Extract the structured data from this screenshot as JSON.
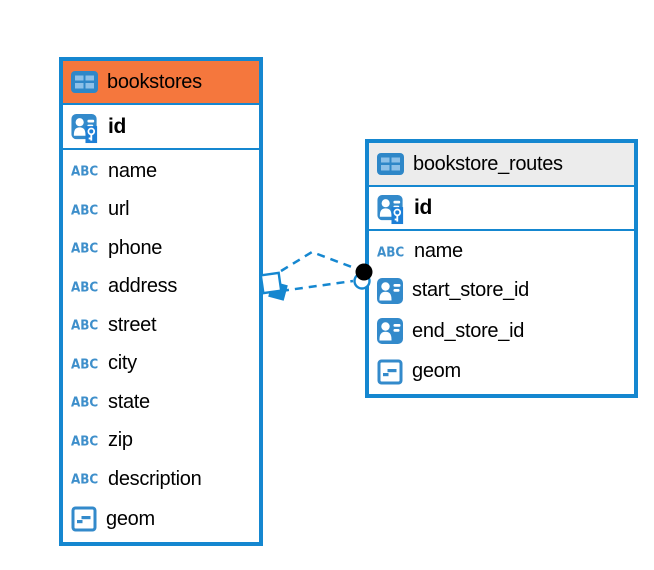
{
  "canvas": {
    "background": "#ffffff"
  },
  "colors": {
    "accent_blue": "#1587D0",
    "icon_blue": "#338ACB",
    "icon_cell_blue": "#8CC0E8",
    "key_badge_blue": "#1D7FD6",
    "abc_text_blue": "#3E8FCB",
    "bookstores_header_bg": "#F5773D",
    "routes_header_bg": "#ECECEC",
    "text_color": "#000000",
    "relationship_dot": "#000000"
  },
  "icons": {
    "text_type_label": "ABC"
  },
  "tables": [
    {
      "name": "bookstores",
      "primary_key": {
        "label": "id"
      },
      "columns": [
        {
          "label": "name",
          "type": "text"
        },
        {
          "label": "url",
          "type": "text"
        },
        {
          "label": "phone",
          "type": "text"
        },
        {
          "label": "address",
          "type": "text"
        },
        {
          "label": "street",
          "type": "text"
        },
        {
          "label": "city",
          "type": "text"
        },
        {
          "label": "state",
          "type": "text"
        },
        {
          "label": "zip",
          "type": "text"
        },
        {
          "label": "description",
          "type": "text"
        },
        {
          "label": "geom",
          "type": "geometry"
        }
      ]
    },
    {
      "name": "bookstore_routes",
      "primary_key": {
        "label": "id"
      },
      "columns": [
        {
          "label": "name",
          "type": "text"
        },
        {
          "label": "start_store_id",
          "type": "reference"
        },
        {
          "label": "end_store_id",
          "type": "reference"
        },
        {
          "label": "geom",
          "type": "geometry"
        }
      ]
    }
  ],
  "relationship": {
    "from_table": "bookstores",
    "to_table": "bookstore_routes",
    "line_style": "dashed",
    "line_count": 2,
    "line_color": "#1587D0",
    "source_marker": "diamond",
    "target_marker": "dot"
  }
}
